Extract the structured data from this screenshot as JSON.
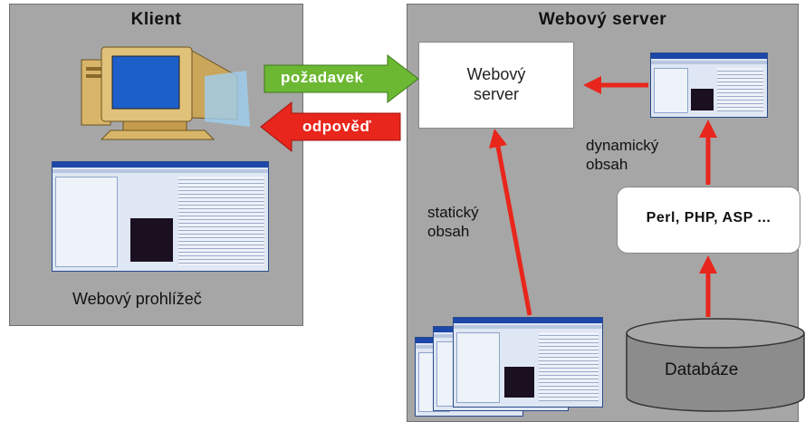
{
  "client": {
    "title": "Klient",
    "browser_label": "Webový prohlížeč",
    "computer_icon": "computer-monitor-icon",
    "browser_icon": "browser-window-icon"
  },
  "arrows": {
    "request": "požadavek",
    "response": "odpověď",
    "request_color": "#6cb833",
    "response_color": "#e8261c"
  },
  "server": {
    "title": "Webový server",
    "web_server_box": "Webový\nserver",
    "scripting_box": "Perl, PHP, ASP ...",
    "dynamic_content": "dynamický\nobsah",
    "static_content": "statický\nobsah",
    "database": "Databáze",
    "red_arrow_color": "#e8261c",
    "database_color": "#8c8c8c"
  }
}
